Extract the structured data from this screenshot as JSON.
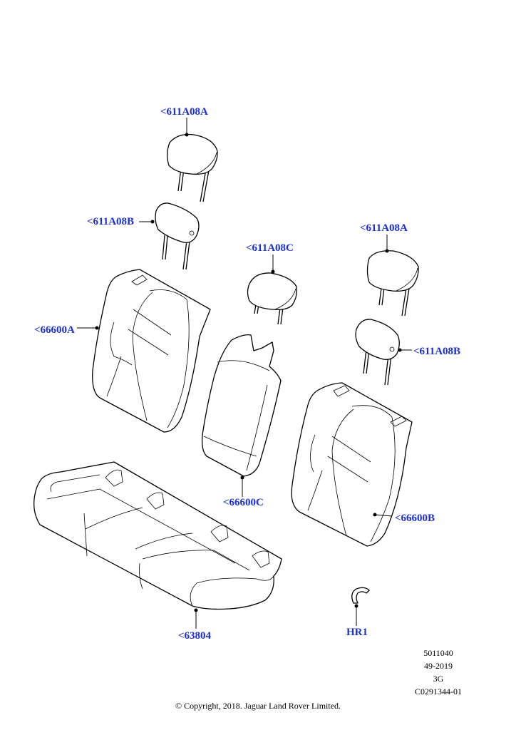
{
  "callouts": {
    "hr_top_left": "<611A08A",
    "hr_mid_left": "<611A08B",
    "hr_center": "<611A08C",
    "hr_top_right": "<611A08A",
    "hr_right": "<611A08B",
    "back_left": "<66600A",
    "back_center": "<66600C",
    "back_right": "<66600B",
    "cushion": "<63804",
    "clip": "HR1"
  },
  "meta": {
    "line1": "5011040",
    "line2": "49-2019",
    "line3": "3G",
    "line4": "C0291344-01"
  },
  "copyright": "© Copyright, 2018. Jaguar Land Rover Limited."
}
